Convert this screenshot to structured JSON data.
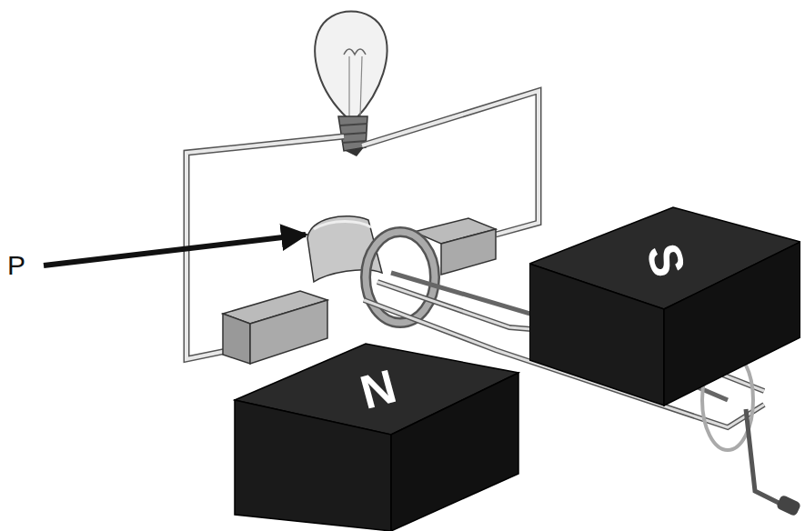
{
  "diagram": {
    "nodes": [
      {
        "text": [
          "S"
        ]
      },
      {
        "text": [
          "N"
        ]
      }
    ],
    "labels": [
      "P"
    ]
  }
}
